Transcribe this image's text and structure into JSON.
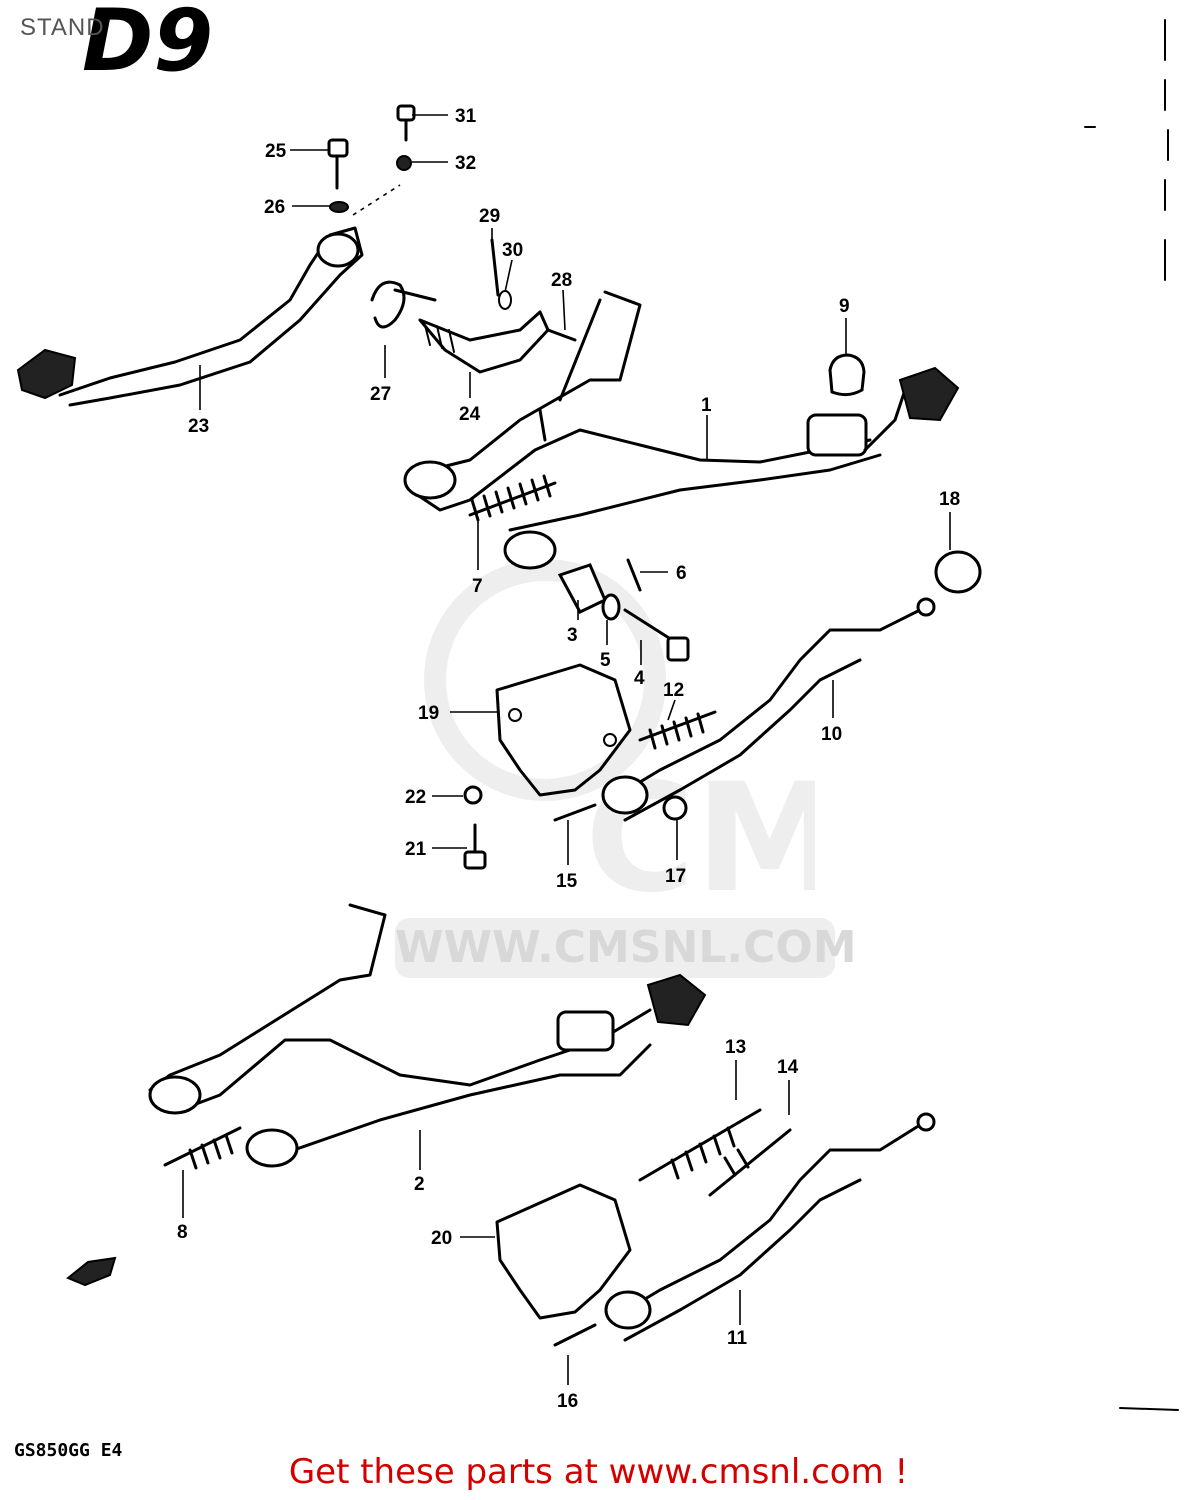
{
  "header": {
    "title": "STAND",
    "logo": "D9"
  },
  "footer": {
    "model_code": "GS850GG E4",
    "cta": "Get these parts at www.cmsnl.com !"
  },
  "watermark": {
    "brand": "CMS",
    "url": "WWW.CMSNL.COM"
  },
  "callouts": [
    {
      "num": "31"
    },
    {
      "num": "25"
    },
    {
      "num": "32"
    },
    {
      "num": "26"
    },
    {
      "num": "29"
    },
    {
      "num": "30"
    },
    {
      "num": "28"
    },
    {
      "num": "9"
    },
    {
      "num": "27"
    },
    {
      "num": "24"
    },
    {
      "num": "23"
    },
    {
      "num": "1"
    },
    {
      "num": "18"
    },
    {
      "num": "6"
    },
    {
      "num": "7"
    },
    {
      "num": "3"
    },
    {
      "num": "5"
    },
    {
      "num": "4"
    },
    {
      "num": "12"
    },
    {
      "num": "19"
    },
    {
      "num": "10"
    },
    {
      "num": "22"
    },
    {
      "num": "21"
    },
    {
      "num": "15"
    },
    {
      "num": "17"
    },
    {
      "num": "13"
    },
    {
      "num": "14"
    },
    {
      "num": "2"
    },
    {
      "num": "8"
    },
    {
      "num": "20"
    },
    {
      "num": "11"
    },
    {
      "num": "16"
    }
  ]
}
